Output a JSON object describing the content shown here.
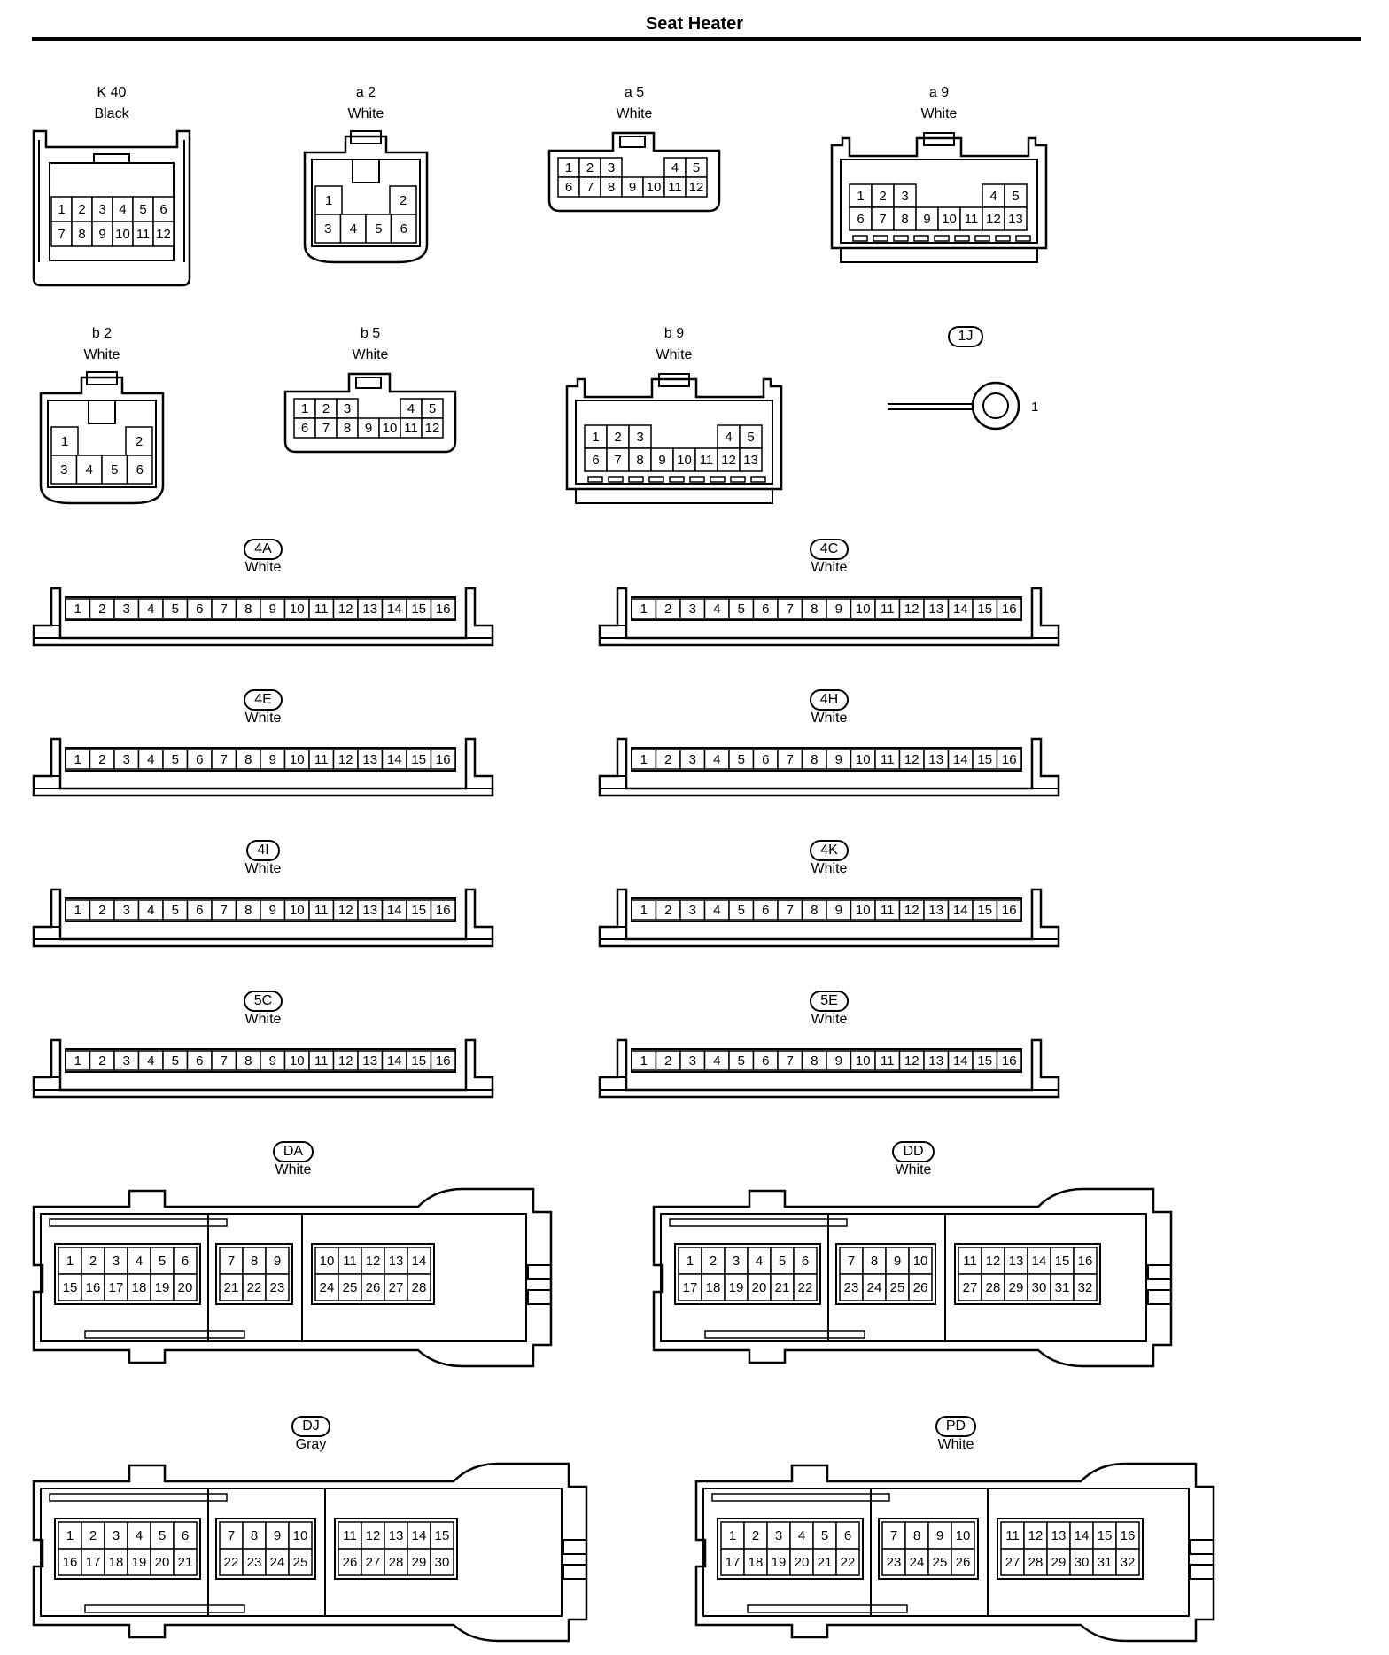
{
  "title": "Seat Heater",
  "connectors": {
    "K40": {
      "code": "K 40",
      "color": "Black",
      "rows": [
        [
          "1",
          "2",
          "3",
          "4",
          "5",
          "6"
        ],
        [
          "7",
          "8",
          "9",
          "10",
          "11",
          "12"
        ]
      ]
    },
    "a2": {
      "code": "a 2",
      "color": "White",
      "rows": [
        [
          "1",
          "",
          "2"
        ],
        [
          "3",
          "4",
          "5",
          "6"
        ]
      ]
    },
    "a5": {
      "code": "a 5",
      "color": "White",
      "rows": [
        [
          "1",
          "2",
          "3",
          "",
          "4",
          "5"
        ],
        [
          "6",
          "7",
          "8",
          "9",
          "10",
          "11",
          "12"
        ]
      ]
    },
    "a9": {
      "code": "a 9",
      "color": "White",
      "rows": [
        [
          "1",
          "2",
          "3",
          "",
          "4",
          "5"
        ],
        [
          "6",
          "7",
          "8",
          "9",
          "10",
          "11",
          "12",
          "13"
        ]
      ]
    },
    "b2": {
      "code": "b 2",
      "color": "White",
      "rows": [
        [
          "1",
          "",
          "2"
        ],
        [
          "3",
          "4",
          "5",
          "6"
        ]
      ]
    },
    "b5": {
      "code": "b 5",
      "color": "White",
      "rows": [
        [
          "1",
          "2",
          "3",
          "",
          "4",
          "5"
        ],
        [
          "6",
          "7",
          "8",
          "9",
          "10",
          "11",
          "12"
        ]
      ]
    },
    "b9": {
      "code": "b 9",
      "color": "White",
      "rows": [
        [
          "1",
          "2",
          "3",
          "",
          "4",
          "5"
        ],
        [
          "6",
          "7",
          "8",
          "9",
          "10",
          "11",
          "12",
          "13"
        ]
      ]
    },
    "1J": {
      "code": "1J",
      "pin": "1"
    },
    "4A": {
      "code": "4A",
      "color": "White",
      "pins": [
        "1",
        "2",
        "3",
        "4",
        "5",
        "6",
        "7",
        "8",
        "9",
        "10",
        "11",
        "12",
        "13",
        "14",
        "15",
        "16"
      ]
    },
    "4C": {
      "code": "4C",
      "color": "White",
      "pins": [
        "1",
        "2",
        "3",
        "4",
        "5",
        "6",
        "7",
        "8",
        "9",
        "10",
        "11",
        "12",
        "13",
        "14",
        "15",
        "16"
      ]
    },
    "4E": {
      "code": "4E",
      "color": "White",
      "pins": [
        "1",
        "2",
        "3",
        "4",
        "5",
        "6",
        "7",
        "8",
        "9",
        "10",
        "11",
        "12",
        "13",
        "14",
        "15",
        "16"
      ]
    },
    "4H": {
      "code": "4H",
      "color": "White",
      "pins": [
        "1",
        "2",
        "3",
        "4",
        "5",
        "6",
        "7",
        "8",
        "9",
        "10",
        "11",
        "12",
        "13",
        "14",
        "15",
        "16"
      ]
    },
    "4I": {
      "code": "4I",
      "color": "White",
      "pins": [
        "1",
        "2",
        "3",
        "4",
        "5",
        "6",
        "7",
        "8",
        "9",
        "10",
        "11",
        "12",
        "13",
        "14",
        "15",
        "16"
      ]
    },
    "4K": {
      "code": "4K",
      "color": "White",
      "pins": [
        "1",
        "2",
        "3",
        "4",
        "5",
        "6",
        "7",
        "8",
        "9",
        "10",
        "11",
        "12",
        "13",
        "14",
        "15",
        "16"
      ]
    },
    "5C": {
      "code": "5C",
      "color": "White",
      "pins": [
        "1",
        "2",
        "3",
        "4",
        "5",
        "6",
        "7",
        "8",
        "9",
        "10",
        "11",
        "12",
        "13",
        "14",
        "15",
        "16"
      ]
    },
    "5E": {
      "code": "5E",
      "color": "White",
      "pins": [
        "1",
        "2",
        "3",
        "4",
        "5",
        "6",
        "7",
        "8",
        "9",
        "10",
        "11",
        "12",
        "13",
        "14",
        "15",
        "16"
      ]
    },
    "DA": {
      "code": "DA",
      "color": "White",
      "blocks": [
        {
          "rows": [
            [
              "1",
              "2",
              "3",
              "4",
              "5",
              "6"
            ],
            [
              "15",
              "16",
              "17",
              "18",
              "19",
              "20"
            ]
          ]
        },
        {
          "rows": [
            [
              "7",
              "8",
              "9"
            ],
            [
              "21",
              "22",
              "23"
            ]
          ]
        },
        {
          "rows": [
            [
              "10",
              "11",
              "12",
              "13",
              "14"
            ],
            [
              "24",
              "25",
              "26",
              "27",
              "28"
            ]
          ]
        }
      ]
    },
    "DD": {
      "code": "DD",
      "color": "White",
      "blocks": [
        {
          "rows": [
            [
              "1",
              "2",
              "3",
              "4",
              "5",
              "6"
            ],
            [
              "17",
              "18",
              "19",
              "20",
              "21",
              "22"
            ]
          ]
        },
        {
          "rows": [
            [
              "7",
              "8",
              "9",
              "10"
            ],
            [
              "23",
              "24",
              "25",
              "26"
            ]
          ]
        },
        {
          "rows": [
            [
              "11",
              "12",
              "13",
              "14",
              "15",
              "16"
            ],
            [
              "27",
              "28",
              "29",
              "30",
              "31",
              "32"
            ]
          ]
        }
      ]
    },
    "DJ": {
      "code": "DJ",
      "color": "Gray",
      "blocks": [
        {
          "rows": [
            [
              "1",
              "2",
              "3",
              "4",
              "5",
              "6"
            ],
            [
              "16",
              "17",
              "18",
              "19",
              "20",
              "21"
            ]
          ]
        },
        {
          "rows": [
            [
              "7",
              "8",
              "9",
              "10"
            ],
            [
              "22",
              "23",
              "24",
              "25"
            ]
          ]
        },
        {
          "rows": [
            [
              "11",
              "12",
              "13",
              "14",
              "15"
            ],
            [
              "26",
              "27",
              "28",
              "29",
              "30"
            ]
          ]
        }
      ]
    },
    "PD": {
      "code": "PD",
      "color": "White",
      "blocks": [
        {
          "rows": [
            [
              "1",
              "2",
              "3",
              "4",
              "5",
              "6"
            ],
            [
              "17",
              "18",
              "19",
              "20",
              "21",
              "22"
            ]
          ]
        },
        {
          "rows": [
            [
              "7",
              "8",
              "9",
              "10"
            ],
            [
              "23",
              "24",
              "25",
              "26"
            ]
          ]
        },
        {
          "rows": [
            [
              "11",
              "12",
              "13",
              "14",
              "15",
              "16"
            ],
            [
              "27",
              "28",
              "29",
              "30",
              "31",
              "32"
            ]
          ]
        }
      ]
    }
  }
}
